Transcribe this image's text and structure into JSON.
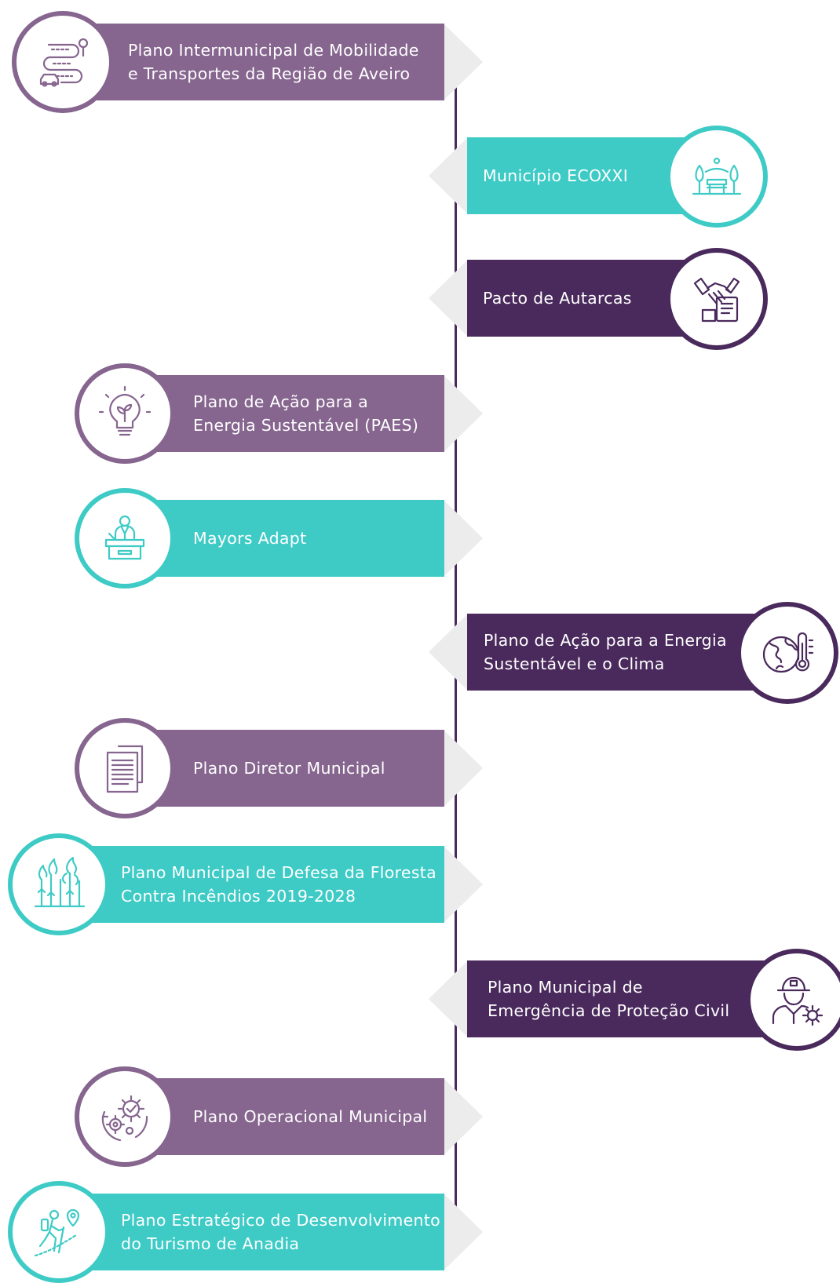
{
  "colors": {
    "mauve": "#86658f",
    "teal": "#3ecbc6",
    "plum": "#4a2a5c",
    "connector": "#ececec"
  },
  "items": [
    {
      "text": "Plano Intermunicipal de Mobilidade\ne Transportes da Região de Aveiro",
      "icon": "road-map-car-icon"
    },
    {
      "text": "Município ECOXXI",
      "icon": "park-bench-icon"
    },
    {
      "text": "Pacto de Autarcas",
      "icon": "handshake-document-icon"
    },
    {
      "text": "Plano de Ação para a\nEnergia Sustentável (PAES)",
      "icon": "eco-lightbulb-icon"
    },
    {
      "text": "Mayors Adapt",
      "icon": "speaker-podium-icon"
    },
    {
      "text": "Plano de Ação para a Energia\nSustentável e o Clima",
      "icon": "globe-thermometer-icon"
    },
    {
      "text": "Plano Diretor Municipal",
      "icon": "documents-icon"
    },
    {
      "text": "Plano Municipal de Defesa da Floresta\nContra Incêndios 2019-2028",
      "icon": "forest-fire-icon"
    },
    {
      "text": "Plano Municipal de\nEmergência de Proteção Civil",
      "icon": "engineer-gear-icon"
    },
    {
      "text": "Plano Operacional Municipal",
      "icon": "gears-check-icon"
    },
    {
      "text": "Plano Estratégico de Desenvolvimento\ndo Turismo de Anadia",
      "icon": "hiker-location-icon"
    }
  ]
}
